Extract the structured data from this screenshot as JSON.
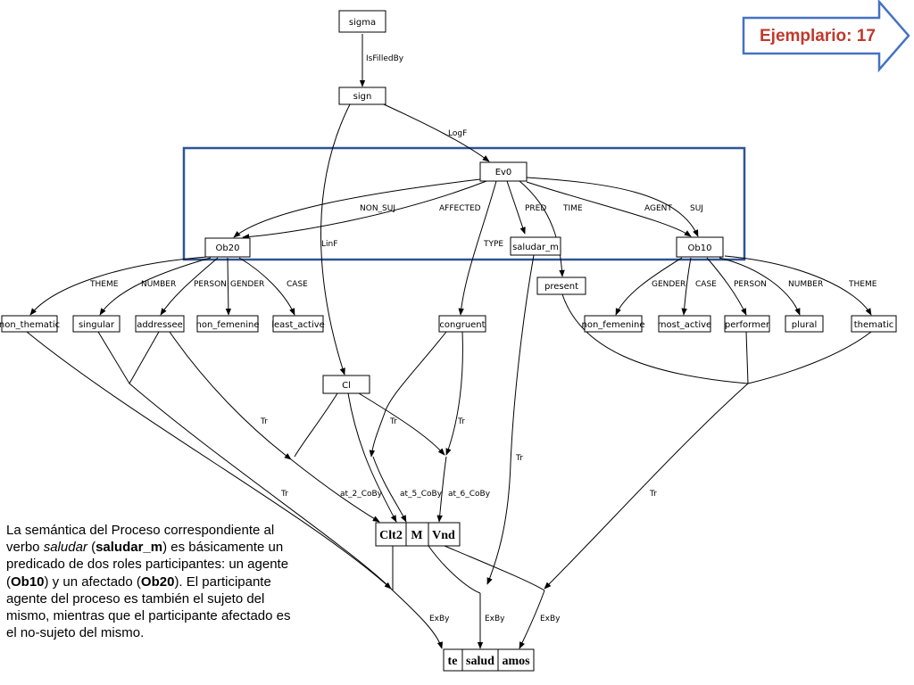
{
  "header": {
    "title": "Ejemplario: 17"
  },
  "diagram": {
    "nodes": {
      "sigma": "sigma",
      "sign": "sign",
      "ev0": "Ev0",
      "ob20": "Ob20",
      "saludar_m": "saludar_m",
      "ob10": "Ob10",
      "present": "present",
      "non_thematic": "non_thematic",
      "singular": "singular",
      "addressee": "addressee",
      "non_femenine_1": "non_femenine",
      "least_active": "least_active",
      "congruent": "congruent",
      "non_femenine_2": "non_femenine",
      "most_active": "most_active",
      "performer": "performer",
      "plural": "plural",
      "thematic": "thematic",
      "cl": "Cl"
    },
    "morphemes": [
      "Clt2",
      "M",
      "Vnd"
    ],
    "words": [
      "te",
      "salud",
      "amos"
    ],
    "edge_labels": {
      "isfilledby": "IsFilledBy",
      "logf": "LogF",
      "linf": "LinF",
      "non_suj": "NON_SUJ",
      "affected": "AFFECTED",
      "pred": "PRED",
      "time": "TIME",
      "agent": "AGENT",
      "suj": "SUJ",
      "type": "TYPE",
      "theme_left": "THEME",
      "number_left": "NUMBER",
      "person_left": "PERSON",
      "gender_left": "GENDER",
      "case_left": "CASE",
      "gender_right": "GENDER",
      "case_right": "CASE",
      "person_right": "PERSON",
      "number_right": "NUMBER",
      "theme_right": "THEME",
      "tr_a": "Tr",
      "tr_b": "Tr",
      "tr_c": "Tr",
      "tr_d": "Tr",
      "tr_e": "Tr",
      "tr_f": "Tr",
      "at2": "at_2_CoBy",
      "at5": "at_5_CoBy",
      "at6": "at_6_CoBy",
      "exby_1": "ExBy",
      "exby_2": "ExBy",
      "exby_3": "ExBy"
    }
  },
  "caption": {
    "part1": "La semántica del Proceso correspondiente al verbo ",
    "verb": "saludar",
    "part2": " (",
    "verb_id": "saludar_m",
    "part3": ") es básicamente un predicado de dos roles participantes: un agente (",
    "agent": "Ob10",
    "part4": ") y un afectado (",
    "affected": "Ob20",
    "part5": "). El participante agente del proceso es también el sujeto del mismo, mientras que el participante afectado es el no-sujeto del mismo."
  },
  "colors": {
    "title_text": "#c0392b",
    "arrow_stroke": "#4472c4",
    "highlight_frame": "#2f5496",
    "diagram_ink": "#000000"
  },
  "icons": {
    "title_arrow": "right-arrow-icon",
    "edge_arrowhead": "arrowhead-icon"
  }
}
